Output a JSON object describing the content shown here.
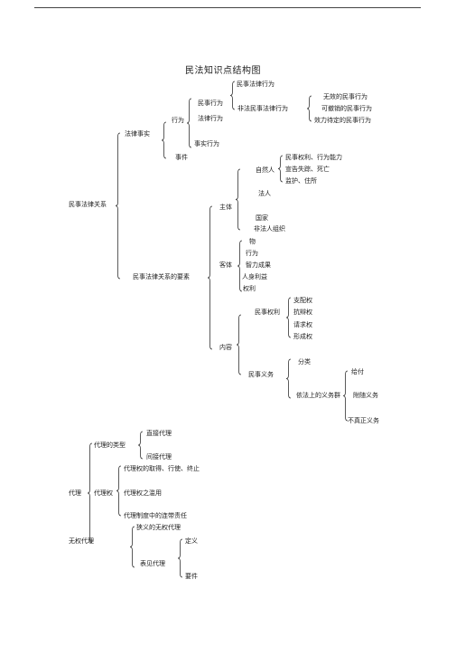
{
  "title": "民法知识点结构图",
  "nodes": {
    "mfxw": "民事法律行为",
    "wuxiao": "无效的民事行为",
    "mfx_l": "民事行为",
    "kecx": "可撤销的民事行为",
    "ff_l": "非法民事法律行为",
    "xiaoli": "效力待定的民事行为",
    "xw": "行为",
    "flxw": "法律行为",
    "fls": "法律事实",
    "ssxw": "事实行为",
    "sj": "事件",
    "mfgx": "民事法律关系",
    "qlnl": "民事权利、行为能力",
    "zrr": "自然人",
    "xgsz": "宣告失踪、死亡",
    "jh": "监护、住所",
    "fr": "法人",
    "zt": "主体",
    "gj": "国家",
    "ffrz": "非法人组织",
    "wu": "物",
    "kt_xw": "行为",
    "zlcg": "智力成果",
    "kt": "客体",
    "mfys": "民事法律关系的要素",
    "rsly": "人身利益",
    "ql": "权利",
    "zpq": "支配权",
    "msql": "民事权利",
    "kbq": "抗辩权",
    "qqq": "请求权",
    "xcq": "形成权",
    "nr": "内容",
    "fl": "分类",
    "msyw": "民事义务",
    "ds": "给付",
    "jfl": "依法上的义务群",
    "fsyw": "附随义务",
    "bzzyw": "不真正义务",
    "zjdl": "直接代理",
    "dllx": "代理的类型",
    "jjdl": "间接代理",
    "dlqqd": "代理权的取得、行使、终止",
    "dl": "代理",
    "dlq": "代理权",
    "dlqlr": "代理权之滥用",
    "ldzr": "代理制度中的连带责任",
    "xywq": "狭义的无权代理",
    "wqdl": "无权代理",
    "dy": "定义",
    "bjdl": "表见代理",
    "yj": "要件"
  }
}
